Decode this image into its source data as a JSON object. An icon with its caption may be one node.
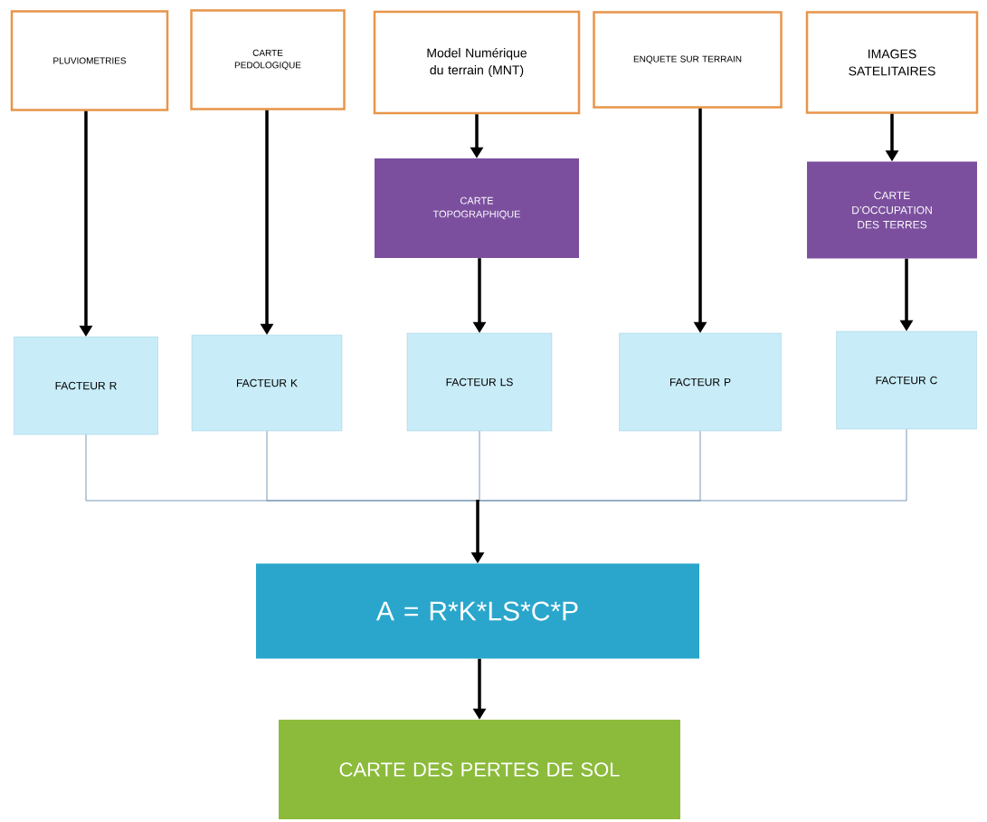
{
  "diagram": {
    "nodes": [
      {
        "text": [
          "PLUVIOMETRIES"
        ]
      },
      {
        "text": [
          "CARTE PEDOLOGIQUE"
        ]
      },
      {
        "text": [
          "Model Numérique du terrain (MNT)"
        ]
      },
      {
        "text": [
          "ENQUETE SUR TERRAIN"
        ]
      },
      {
        "text": [
          "IMAGES SATELITAIRES"
        ]
      },
      {
        "text": [
          "CARTE TOPOGRAPHIQUE"
        ]
      },
      {
        "text": [
          "CARTE D’OCCUPATION DES TERRES"
        ]
      },
      {
        "text": [
          "FACTEUR R"
        ]
      },
      {
        "text": [
          "FACTEUR K"
        ]
      },
      {
        "text": [
          "FACTEUR LS"
        ]
      },
      {
        "text": [
          "FACTEUR P"
        ]
      },
      {
        "text": [
          "FACTEUR C"
        ]
      },
      {
        "text": [
          "A = R*K*LS*C*P"
        ]
      },
      {
        "text": [
          "CARTE DES PERTES DE SOL"
        ]
      }
    ],
    "edges": [
      {
        "from": 0,
        "to": 7,
        "arrow": "to"
      },
      {
        "from": 1,
        "to": 8,
        "arrow": "to"
      },
      {
        "from": 2,
        "to": 5,
        "arrow": "to"
      },
      {
        "from": 5,
        "to": 9,
        "arrow": "to"
      },
      {
        "from": 3,
        "to": 10,
        "arrow": "to"
      },
      {
        "from": 4,
        "to": 6,
        "arrow": "to"
      },
      {
        "from": 6,
        "to": 11,
        "arrow": "to"
      },
      {
        "from": 7,
        "to": 12,
        "arrow": "to",
        "color": "#5b7fa6"
      },
      {
        "from": 8,
        "to": 12,
        "arrow": "to",
        "color": "#5b7fa6"
      },
      {
        "from": 9,
        "to": 12,
        "arrow": "to",
        "color": "#5b7fa6"
      },
      {
        "from": 10,
        "to": 12,
        "arrow": "to",
        "color": "#5b7fa6"
      },
      {
        "from": 11,
        "to": 12,
        "arrow": "to",
        "color": "#5b7fa6"
      },
      {
        "from": 12,
        "to": 13,
        "arrow": "to"
      }
    ]
  }
}
